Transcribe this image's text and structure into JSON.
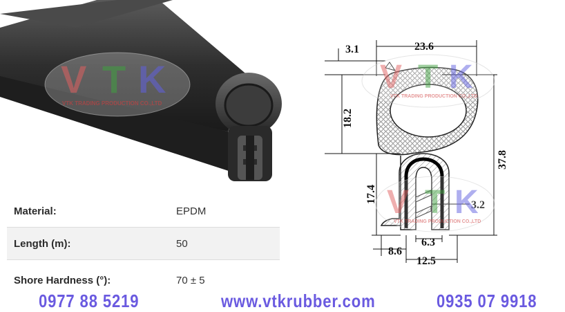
{
  "watermark": {
    "logo_text": "VTK",
    "tagline": "VTK TRADING PRODUCTION CO.,LTD"
  },
  "specs": [
    {
      "label": "Material:",
      "value": "EPDM"
    },
    {
      "label": "Length (m):",
      "value": "50"
    },
    {
      "label": "Shore Hardness (°):",
      "value": "70 ± 5"
    }
  ],
  "dimensions": {
    "top_lip": "3.1",
    "total_width": "23.6",
    "bulb_height": "18.2",
    "total_height": "37.8",
    "clip_height": "17.4",
    "clip_wall": "3.2",
    "lip_offset": "8.6",
    "slot_width": "6.3",
    "clip_width": "12.5"
  },
  "footer": {
    "phone_left": "0977 88 5219",
    "website": "www.vtkrubber.com",
    "phone_right": "0935 07 9918"
  },
  "colors": {
    "footer_text": "#6a5ae0",
    "rubber": "#2e2e2e",
    "steel_insert": "#000000"
  }
}
